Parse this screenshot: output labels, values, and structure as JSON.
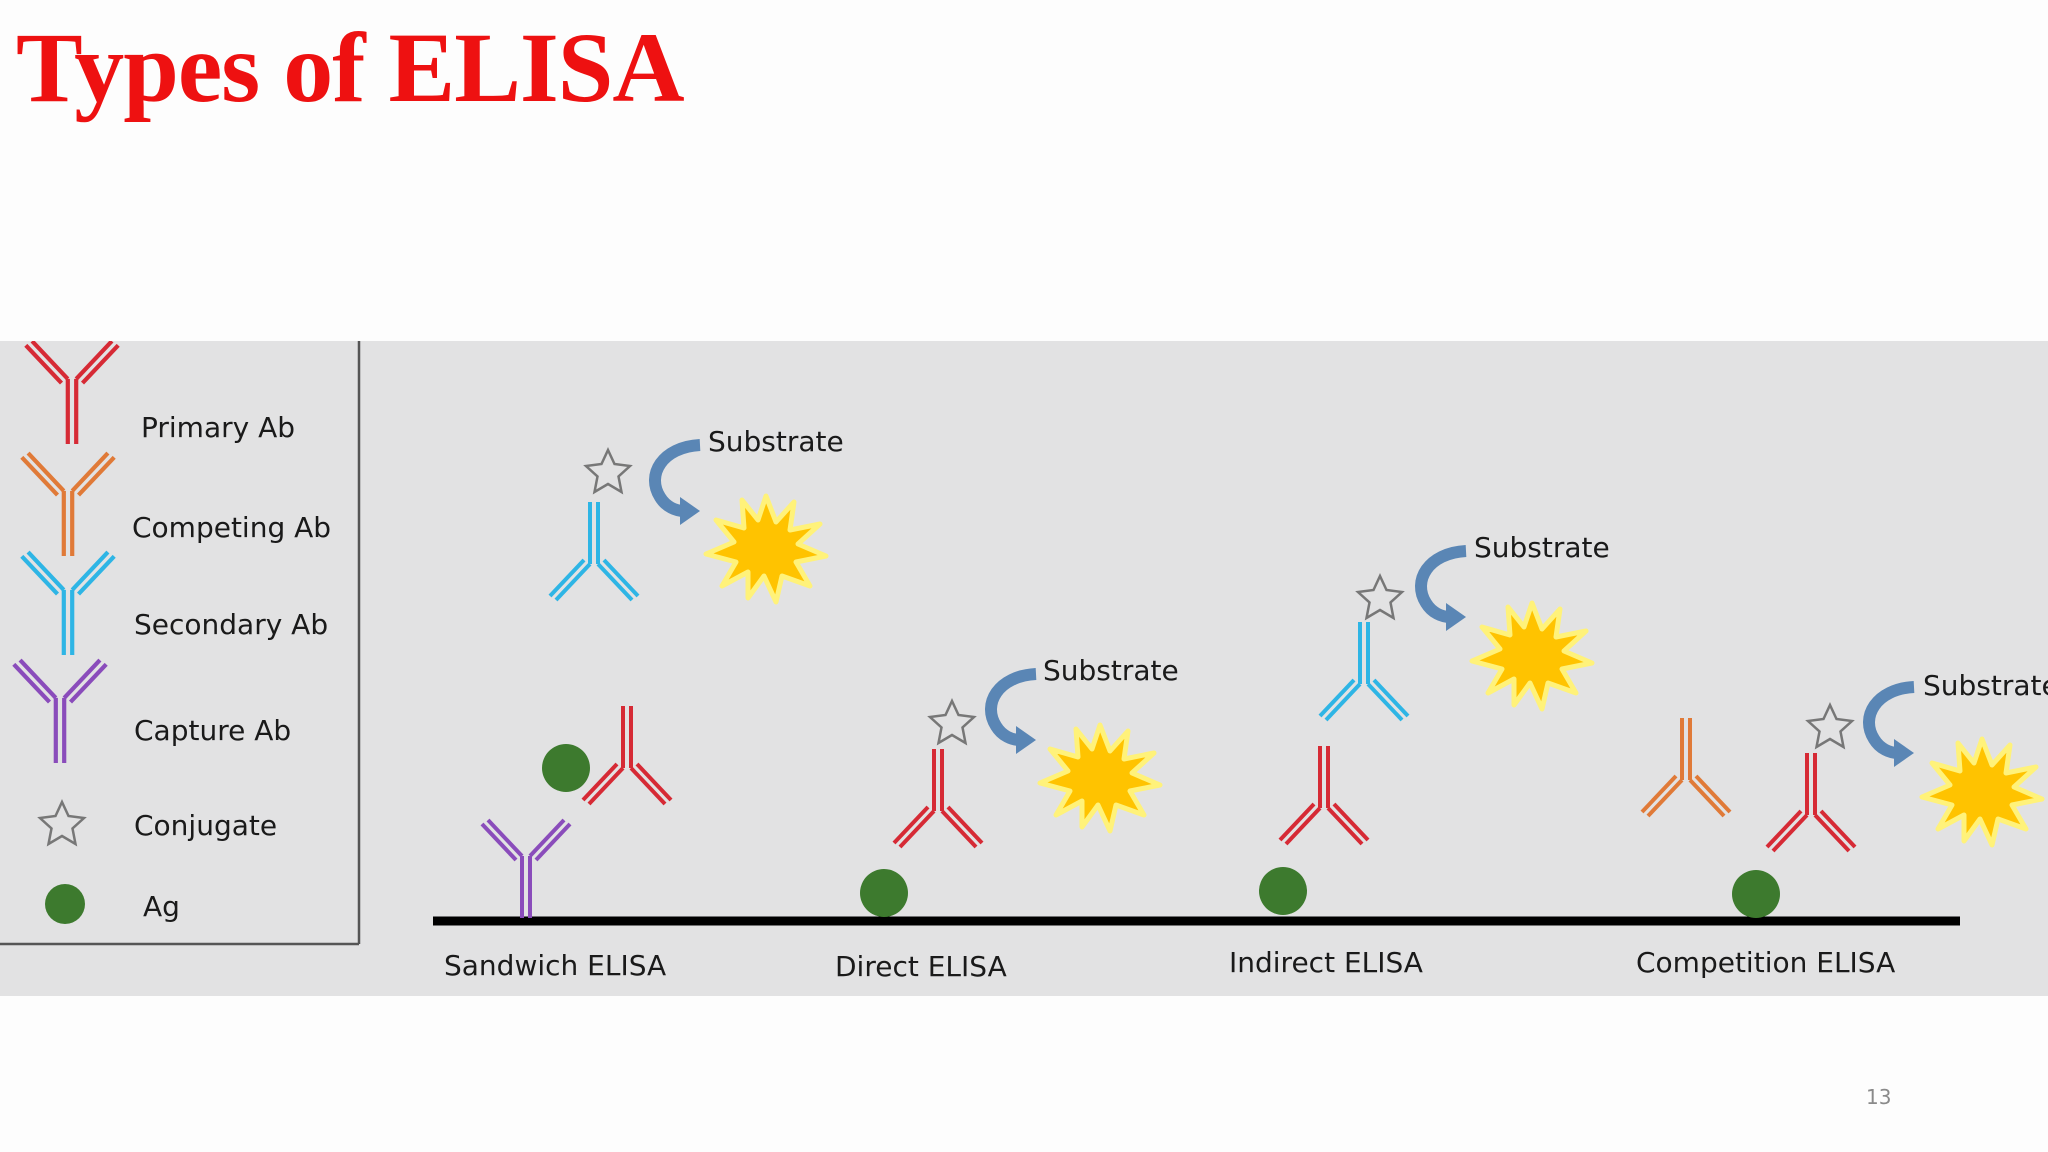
{
  "title": "Types of ELISA",
  "page_number": "13",
  "legend": {
    "items": [
      {
        "label": "Primary Ab",
        "icon": "primary-antibody-icon",
        "color": "#d62a35"
      },
      {
        "label": "Competing Ab",
        "icon": "competing-antibody-icon",
        "color": "#e07a38"
      },
      {
        "label": "Secondary Ab",
        "icon": "secondary-antibody-icon",
        "color": "#2eb5e5"
      },
      {
        "label": "Capture Ab",
        "icon": "capture-antibody-icon",
        "color": "#8a4cbb"
      },
      {
        "label": "Conjugate",
        "icon": "conjugate-star-icon",
        "color": "#777777"
      },
      {
        "label": "Ag",
        "icon": "antigen-icon",
        "color": "#3d7a2e"
      }
    ]
  },
  "assays": [
    {
      "label": "Sandwich ELISA",
      "substrate_label": "Substrate"
    },
    {
      "label": "Direct ELISA",
      "substrate_label": "Substrate"
    },
    {
      "label": "Indirect ELISA",
      "substrate_label": "Substrate"
    },
    {
      "label": "Competition ELISA",
      "substrate_label": "Substrate"
    }
  ],
  "colors": {
    "title": "#ee1111",
    "panel_background": "#e2e2e3",
    "surface_line": "#000000",
    "signal_burst": "#ffc300",
    "arrow": "#5a86b5"
  }
}
